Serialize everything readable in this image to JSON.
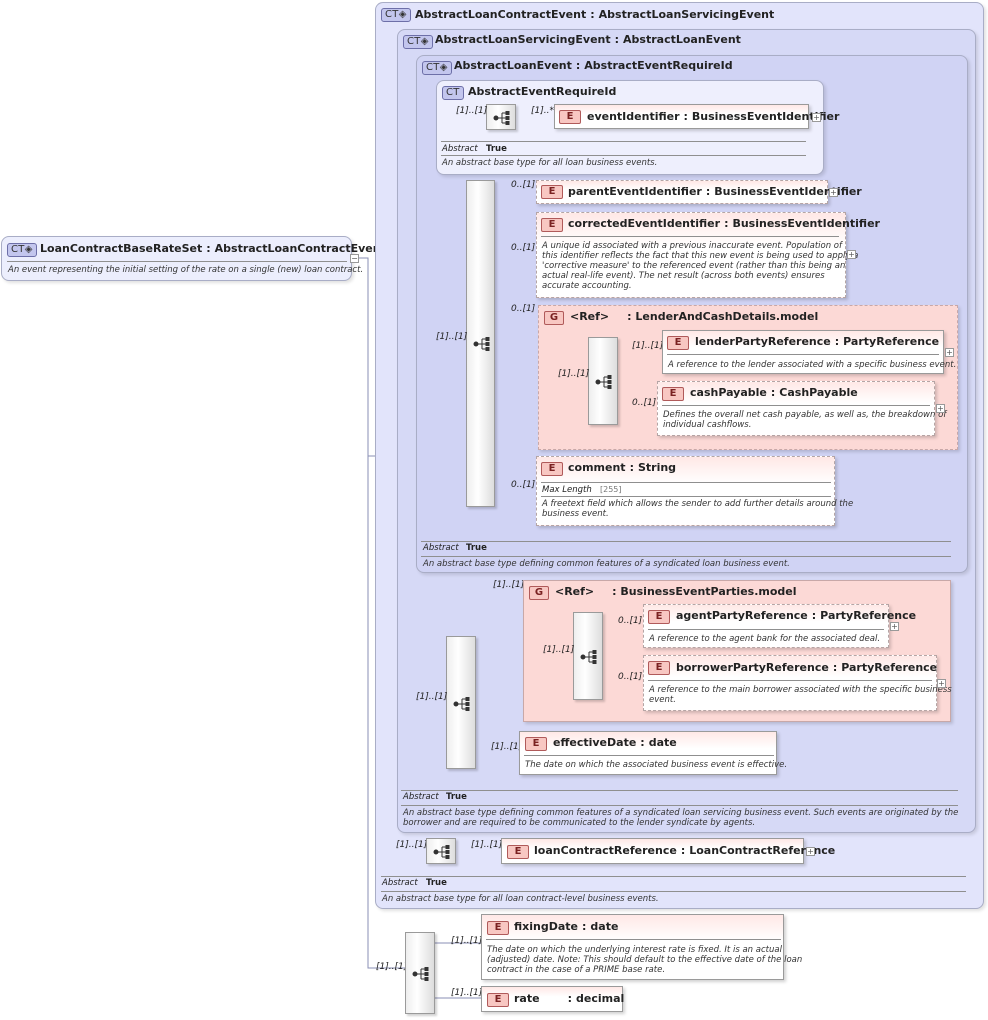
{
  "root": {
    "badge": "CT",
    "name": "LoanContractBaseRateSet",
    "type": "AbstractLoanContractEvent",
    "doc": "An event representing the initial setting of the rate on a single (new) loan contract."
  },
  "ct1": {
    "badge": "CT",
    "name": "AbstractLoanContractEvent",
    "type": "AbstractLoanServicingEvent",
    "abstract_label": "Abstract",
    "abstract_value": "True",
    "doc": "An abstract base type for all loan contract-level business events."
  },
  "ct2": {
    "badge": "CT",
    "name": "AbstractLoanServicingEvent",
    "type": "AbstractLoanEvent",
    "abstract_label": "Abstract",
    "abstract_value": "True",
    "doc_line1": "An abstract base type defining common features of a syndicated loan servicing business event. Such events are originated by the",
    "doc_line2": "borrower and are required to be communicated to the lender syndicate by agents."
  },
  "ct3": {
    "badge": "CT",
    "name": "AbstractLoanEvent",
    "type": "AbstractEventRequireId",
    "abstract_label": "Abstract",
    "abstract_value": "True",
    "doc": "An abstract base type defining common features of a syndicated loan business event."
  },
  "ct4": {
    "badge": "CT",
    "name": "AbstractEventRequireId",
    "abstract_label": "Abstract",
    "abstract_value": "True",
    "doc": "An abstract base type for all loan business events."
  },
  "elements": {
    "eventIdentifier": {
      "badge": "E",
      "name": "eventIdentifier",
      "type": "BusinessEventIdentifier",
      "card_seq": "[1]..[1]",
      "card": "[1]..*"
    },
    "parentEventIdentifier": {
      "badge": "E",
      "name": "parentEventIdentifier",
      "type": "BusinessEventIdentifier",
      "card": "0..[1]"
    },
    "correctedEventIdentifier": {
      "badge": "E",
      "name": "correctedEventIdentifier",
      "type": "BusinessEventIdentifier",
      "card": "0..[1]",
      "doc_lines": [
        "A unique id associated with a previous inaccurate event. Population of",
        "this identifier reflects the fact that this new event is being used to apply a",
        "'corrective measure' to the referenced event (rather than this being an",
        "actual real-life event). The net result (across both events) ensures",
        "accurate accounting."
      ]
    },
    "lenderGroup": {
      "badge": "G",
      "ref": "<Ref>",
      "name": "LenderAndCashDetails.model",
      "card": "0..[1]",
      "seq_card": "[1]..[1]"
    },
    "lenderPartyReference": {
      "badge": "E",
      "name": "lenderPartyReference",
      "type": "PartyReference",
      "card": "[1]..[1]",
      "doc": "A reference to the lender associated with a specific business event."
    },
    "cashPayable": {
      "badge": "E",
      "name": "cashPayable",
      "type": "CashPayable",
      "card": "0..[1]",
      "doc_lines": [
        "Defines the overall net cash payable, as well as, the breakdown of",
        "individual cashflows."
      ]
    },
    "comment": {
      "badge": "E",
      "name": "comment",
      "type": "String",
      "card": "0..[1]",
      "maxlen_label": "Max Length",
      "maxlen_value": "[255]",
      "doc_lines": [
        "A freetext field which allows the sender to add further details around the",
        "business event."
      ]
    },
    "ct3_seq_card": "[1]..[1]",
    "partiesGroup": {
      "badge": "G",
      "ref": "<Ref>",
      "name": "BusinessEventParties.model",
      "card": "[1]..[1]",
      "seq_card": "[1]..[1]"
    },
    "agentPartyReference": {
      "badge": "E",
      "name": "agentPartyReference",
      "type": "PartyReference",
      "card": "0..[1]",
      "doc": "A reference to the agent bank for the associated deal."
    },
    "borrowerPartyReference": {
      "badge": "E",
      "name": "borrowerPartyReference",
      "type": "PartyReference",
      "card": "0..[1]",
      "doc_lines": [
        "A reference to the main borrower associated with the specific business",
        "event."
      ]
    },
    "effectiveDate": {
      "badge": "E",
      "name": "effectiveDate",
      "type": "date",
      "card": "[1]..[1]",
      "doc": "The date on which the associated business event is effective."
    },
    "ct2_seq_card": "[1]..[1]",
    "loanContractReference": {
      "badge": "E",
      "name": "loanContractReference",
      "type": "LoanContractReference",
      "card": "[1]..[1]",
      "seq_card": "[1]..[1]"
    },
    "fixingDate": {
      "badge": "E",
      "name": "fixingDate",
      "type": "date",
      "card": "[1]..[1]",
      "doc_lines": [
        "The date on which the underlying interest rate is fixed. It is an actual",
        "(adjusted) date. Note: This should default to the effective date of the loan",
        "contract in the case of a PRIME base rate."
      ]
    },
    "rate": {
      "badge": "E",
      "name": "rate",
      "type": "decimal",
      "card": "[1]..[1]"
    },
    "root_seq_card": "[1]..[1]"
  },
  "symbols": {
    "expand": "+",
    "collapse": "−",
    "colon": ":"
  },
  "colors": {
    "ct_fill": "#dcdef8",
    "ct_border": "#a9adc6",
    "element_fill": "#ffe8e6",
    "group_fill": "#fcd9d6",
    "line": "#8a8fb5"
  }
}
